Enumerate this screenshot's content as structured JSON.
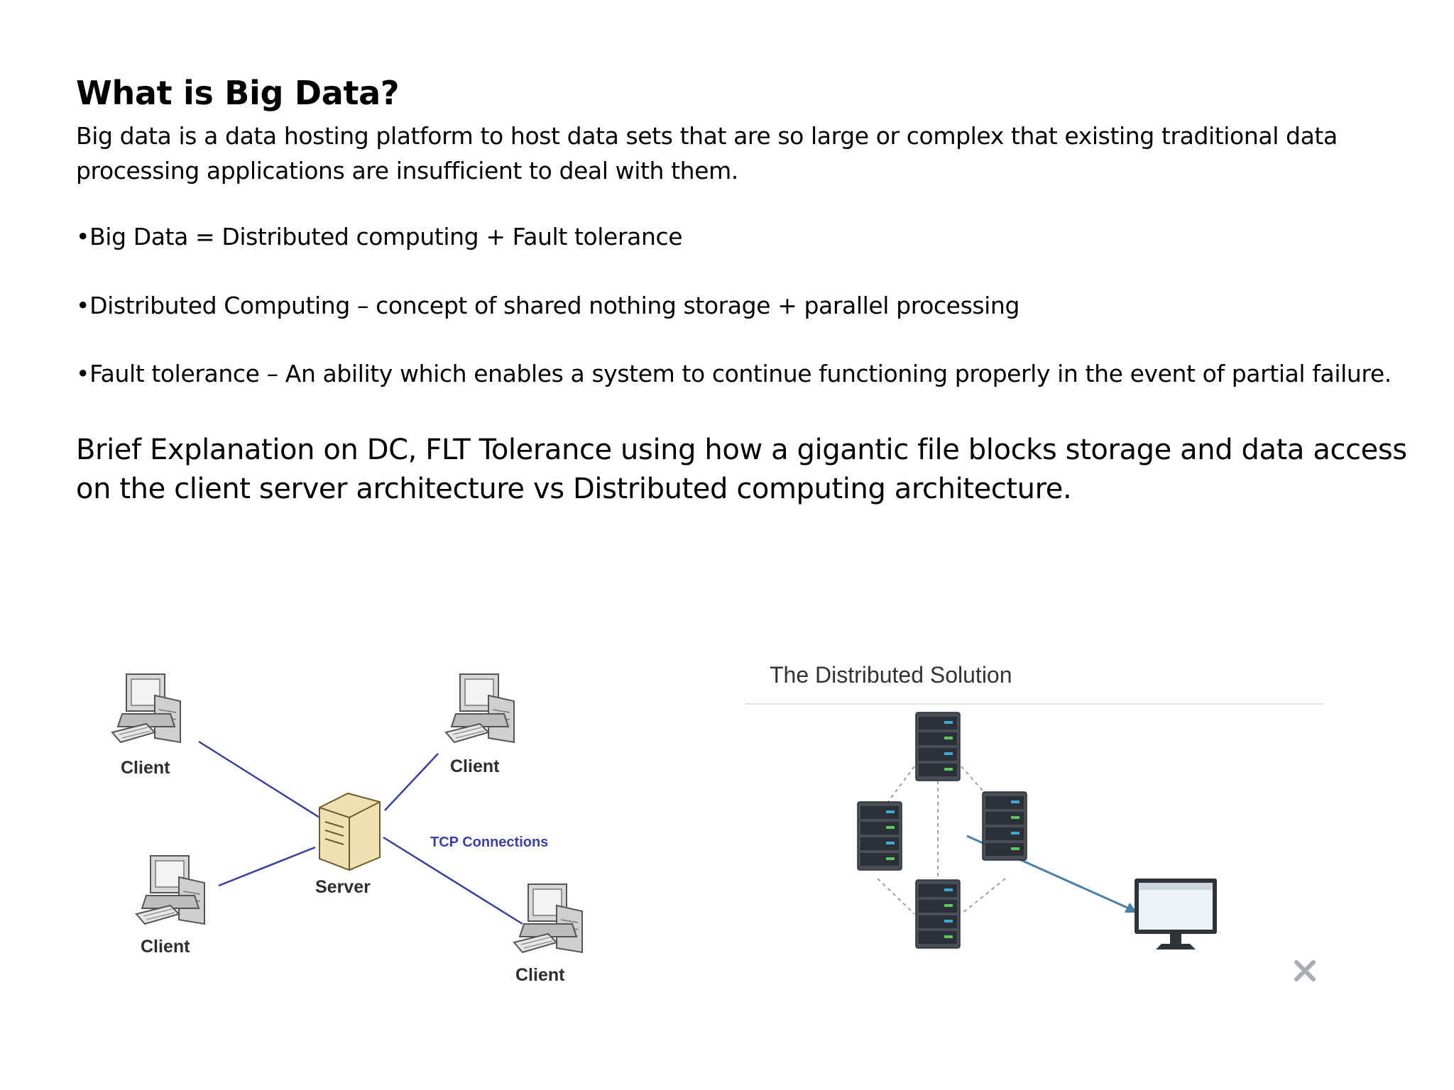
{
  "slide": {
    "title": "What is Big Data?",
    "intro": "Big data is a data hosting platform to host data sets that are so large or complex that existing traditional data processing applications are insufficient to deal with them.",
    "bullets": [
      "•Big Data = Distributed computing + Fault tolerance",
      "•Distributed Computing – concept of shared nothing storage + parallel processing",
      "•Fault tolerance – An ability which enables a system to continue functioning properly in the event of  partial failure."
    ],
    "explanation": "Brief Explanation on DC, FLT Tolerance using how a gigantic file blocks storage and data access on the client server architecture vs Distributed computing architecture."
  },
  "client_server_diagram": {
    "server_label": "Server",
    "client_labels": [
      "Client",
      "Client",
      "Client",
      "Client"
    ],
    "connection_label": "TCP Connections",
    "line_color": "#3a3f9e"
  },
  "distributed_diagram": {
    "title": "The Distributed Solution",
    "line_color": "#9aa0a6",
    "arrow_color": "#4a7fa8"
  }
}
